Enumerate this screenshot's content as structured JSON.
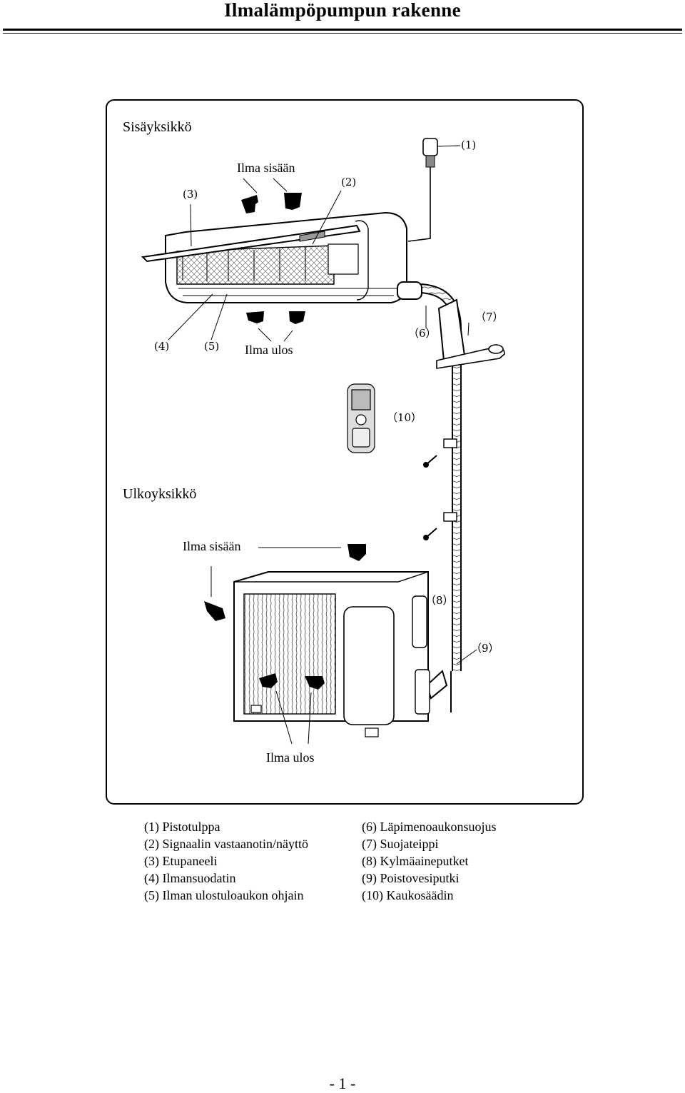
{
  "title": "Ilmalämpöpumpun rakenne",
  "indoor": {
    "heading": "Sisäyksikkö",
    "air_in": "Ilma sisään",
    "air_out": "Ilma ulos",
    "callouts": {
      "c1": "(1)",
      "c2": "(2)",
      "c3": "(3)",
      "c4": "(4)",
      "c5": "(5)",
      "c6": "（6）",
      "c7": "（7）",
      "c10": "（10）"
    }
  },
  "outdoor": {
    "heading": "Ulkoyksikkö",
    "air_in": "Ilma sisään",
    "air_out": "Ilma ulos",
    "callouts": {
      "c8": "（8）",
      "c9": "（9）"
    }
  },
  "legend": {
    "left": [
      "(1) Pistotulppa",
      "(2) Signaalin vastaanotin/näyttö",
      "(3) Etupaneeli",
      "(4) Ilmansuodatin",
      "(5) Ilman ulostuloaukon ohjain"
    ],
    "right": [
      "(6) Läpimenoaukonsuojus",
      "(7) Suojateippi",
      "(8) Kylmäaineputket",
      "(9) Poistovesiputki",
      "(10) Kaukosäädin"
    ]
  },
  "page_number": "- 1 -"
}
